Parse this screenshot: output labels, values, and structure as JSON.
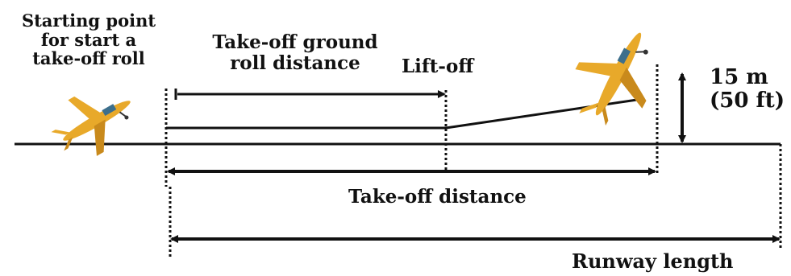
{
  "labels": {
    "starting_point": [
      "Starting point",
      "for start a",
      "take-off roll"
    ],
    "ground_roll": [
      "Take-off ground",
      "roll distance"
    ],
    "lift_off": "Lift-off",
    "obstacle_height": [
      "15 m",
      "(50 ft)"
    ],
    "takeoff_distance": "Take-off distance",
    "runway_length": "Runway length"
  },
  "colors": {
    "line": "#111111",
    "plane_body": "#e8a92a",
    "plane_shade": "#c98a1c",
    "plane_window": "#3d6f8c",
    "plane_gear": "#333333"
  },
  "icons": [
    "airplane-icon",
    "airplane-icon"
  ]
}
